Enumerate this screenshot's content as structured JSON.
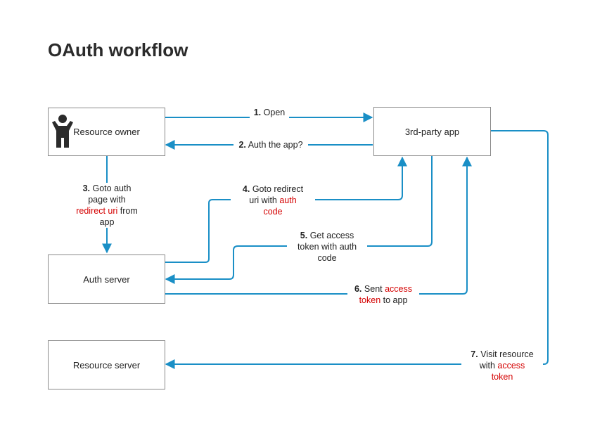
{
  "title": "OAuth workflow",
  "nodes": {
    "resource_owner": "Resource owner",
    "third_party_app": "3rd-party app",
    "auth_server": "Auth server",
    "resource_server": "Resource server"
  },
  "edges": {
    "e1": {
      "num": "1.",
      "text": "Open"
    },
    "e2": {
      "num": "2.",
      "text": "Auth the app?"
    },
    "e3": {
      "num": "3.",
      "t1": "Goto auth",
      "t2": "page with",
      "t3": "redirect uri",
      "t4": "from",
      "t5": "app"
    },
    "e4": {
      "num": "4.",
      "t1": "Goto redirect",
      "t2": "uri with",
      "t3": "auth",
      "t4": "code"
    },
    "e5": {
      "num": "5.",
      "t1": "Get access",
      "t2": "token with auth",
      "t3": "code"
    },
    "e6": {
      "num": "6.",
      "t1": "Sent",
      "t2": "access",
      "t3": "token",
      "t4": "to app"
    },
    "e7": {
      "num": "7.",
      "t1": "Visit resource",
      "t2": "with",
      "t3": "access",
      "t4": "token"
    }
  },
  "colors": {
    "edge": "#1a8fc6",
    "highlight": "#d40000",
    "border": "#8a8a8a"
  },
  "icons": {
    "resource_owner": "person-icon"
  }
}
